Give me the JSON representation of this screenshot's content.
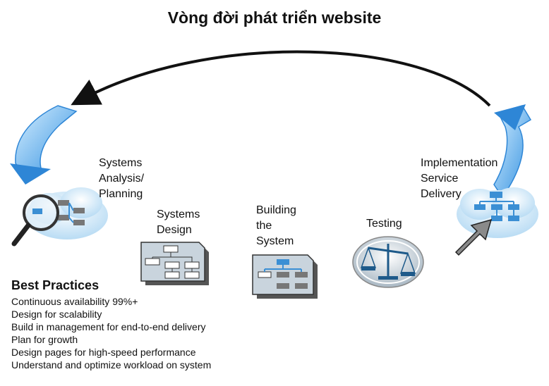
{
  "title": "Vòng đời phát triển website",
  "stages": [
    {
      "label": "Systems\nAnalysis/\nPlanning",
      "icon": "magnifier-cloud-icon"
    },
    {
      "label": "Systems\nDesign",
      "icon": "design-document-icon"
    },
    {
      "label": "Building\nthe\nSystem",
      "icon": "build-document-icon"
    },
    {
      "label": "Testing",
      "icon": "balance-scale-icon"
    },
    {
      "label": "Implementation\nService\nDelivery",
      "icon": "delivery-cloud-icon"
    }
  ],
  "best_practices": {
    "title": "Best Practices",
    "items": [
      "Continuous availability 99%+",
      "Design for scalability",
      "Build in management for end-to-end delivery",
      "Plan for growth",
      "Design pages for high-speed performance",
      "Understand and optimize workload on system"
    ]
  },
  "colors": {
    "blue_arrow": "#4aa3e8",
    "blue_light": "#bfe3fb",
    "cloud": "#d6eaf7",
    "node_grey": "#777777",
    "node_blue": "#3b8fd4",
    "doc_fill": "#c9d4dd"
  }
}
